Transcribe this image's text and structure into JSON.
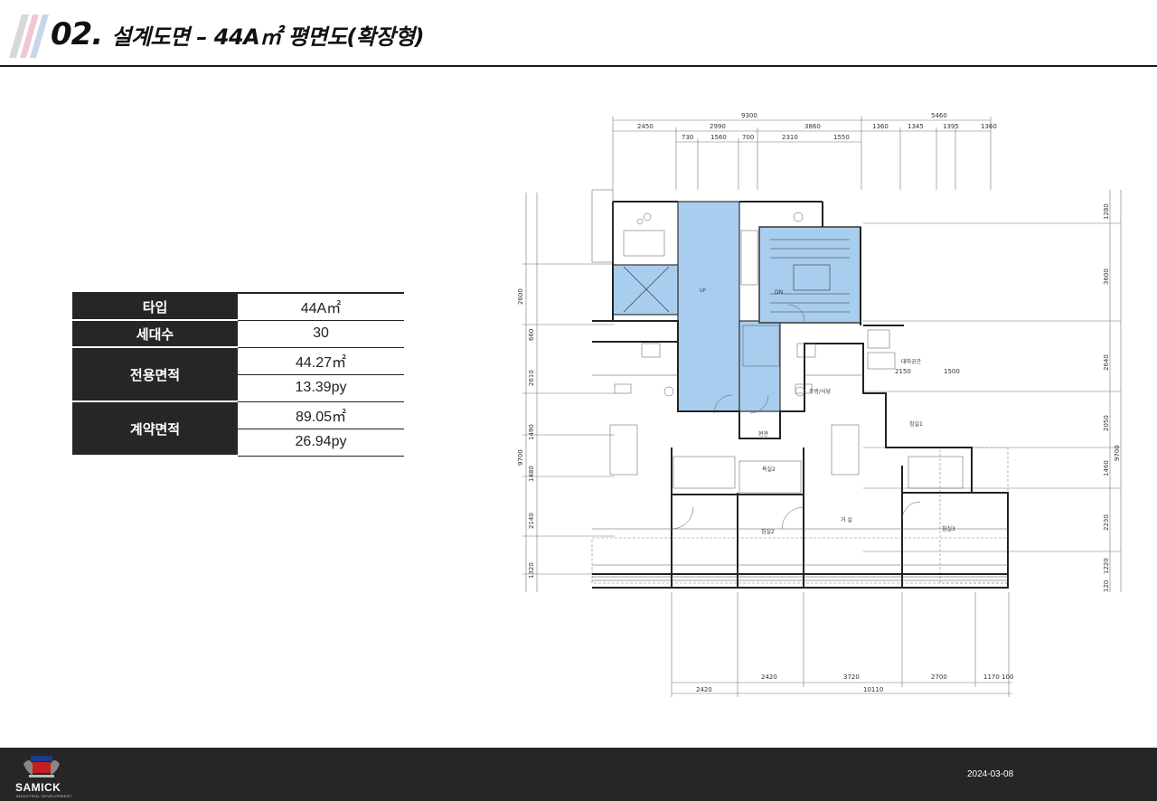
{
  "header": {
    "number": "02.",
    "title": "설계도면 – 44A㎡  평면도(확장형)"
  },
  "spec_table": {
    "rows": [
      {
        "label": "타입",
        "value": "44A㎡"
      },
      {
        "label": "세대수",
        "value": "30"
      },
      {
        "label": "전용면적",
        "values": [
          "44.27㎡",
          "13.39py"
        ]
      },
      {
        "label": "계약면적",
        "values": [
          "89.05㎡",
          "26.94py"
        ]
      }
    ]
  },
  "floor_plan": {
    "top_dims_row1": [
      "9300",
      "5460"
    ],
    "top_dims_row2": [
      "2450",
      "2990",
      "3860",
      "1360",
      "1345",
      "1395",
      "1360"
    ],
    "top_dims_row3": [
      "730",
      "1560",
      "700",
      "2310",
      "1550"
    ],
    "left_dims": [
      "2600",
      "660",
      "2610",
      "1490",
      "1480",
      "2140",
      "1320"
    ],
    "left_total": "9700",
    "right_dims": [
      "1280",
      "3600",
      "2640",
      "2050",
      "1460",
      "2230",
      "1220",
      "120"
    ],
    "right_total": "9700",
    "bottom_dims_row1": [
      "2420",
      "3720",
      "2700",
      "1170",
      "100"
    ],
    "bottom_dims_row2": [
      "2420",
      "10110"
    ],
    "inner_dims": [
      "2150",
      "1500"
    ],
    "room_labels": [
      "주방/식당",
      "현관",
      "거 실",
      "침실1",
      "침실2",
      "침실3",
      "욕실2",
      "대피공간",
      "DN",
      "UP"
    ],
    "colors": {
      "core_fill": "#a9cdef",
      "line": "#333333",
      "dim_line": "#555555"
    }
  },
  "footer": {
    "logo_text": "SAMICK",
    "logo_sub": "INDUSTRIAL DEVELOPMENT",
    "date": "2024-03-08"
  }
}
